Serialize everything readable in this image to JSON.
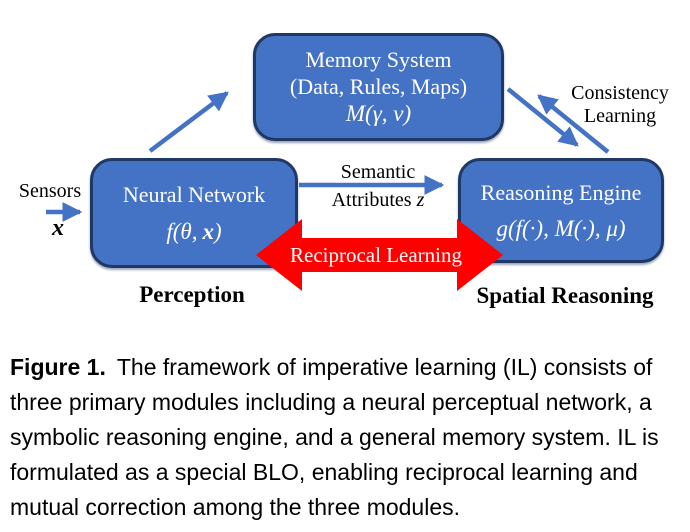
{
  "diagram": {
    "memory": {
      "title": "Memory System",
      "subtitle": "(Data, Rules, Maps)",
      "formula": "M(γ, ν)"
    },
    "neural": {
      "title": "Neural Network",
      "formula_pre": "f(θ,",
      "formula_x": "x",
      "formula_post": ")"
    },
    "reasoning": {
      "title": "Reasoning Engine",
      "formula": "g(f(·), M(·), μ)"
    },
    "labels": {
      "sensors": "Sensors",
      "sensors_var": "x",
      "semantic_line1": "Semantic",
      "semantic_line2_word": "Attributes",
      "semantic_line2_var": "z",
      "consistency_line1": "Consistency",
      "consistency_line2": "Learning",
      "reciprocal": "Reciprocal Learning",
      "perception": "Perception",
      "spatial_reasoning": "Spatial Reasoning"
    },
    "colors": {
      "box_fill": "#4472c4",
      "box_border": "#203864",
      "arrow_blue": "#4472c4",
      "arrow_red": "#ff0000",
      "box_text": "#ffffff",
      "label_text": "#000000"
    }
  },
  "caption": {
    "label": "Figure 1.",
    "lines": [
      "The framework of imperative learning (IL) consists of",
      "three primary modules including a neural perceptual network, a",
      "symbolic reasoning engine, and a general memory system. IL is",
      "formulated as a special BLO, enabling reciprocal learning and",
      "mutual correction among the three modules."
    ]
  }
}
